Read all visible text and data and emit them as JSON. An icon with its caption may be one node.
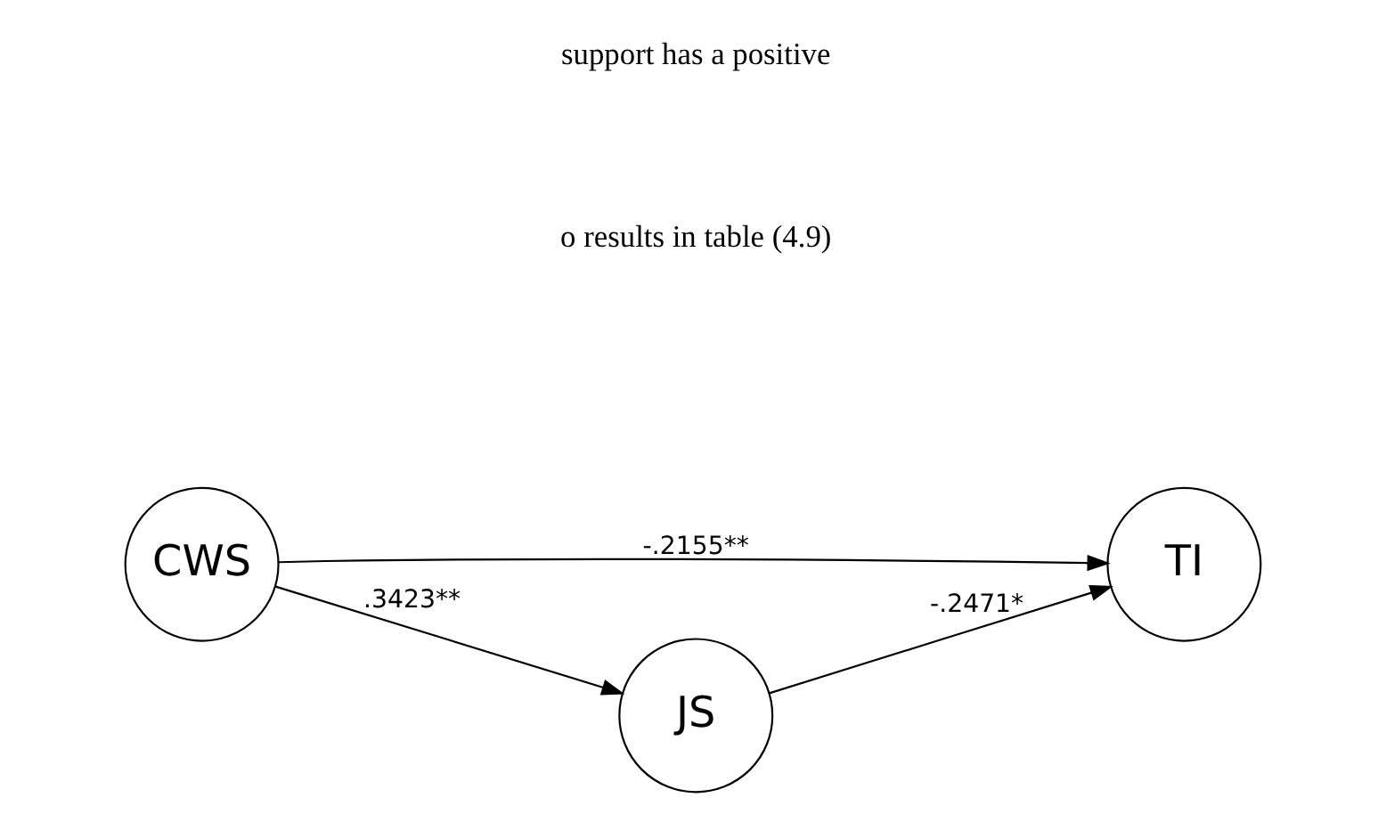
{
  "diagram": {
    "nodes": [
      {
        "text": [
          "CWS"
        ]
      },
      {
        "text": [
          "TI"
        ]
      },
      {
        "text": [
          "JS"
        ]
      }
    ],
    "edges": [
      {
        "from": 0,
        "to": 1,
        "arrow": "to",
        "label": "-.2155**"
      },
      {
        "from": 0,
        "to": 2,
        "arrow": "to",
        "label": ".3423**"
      },
      {
        "from": 2,
        "to": 1,
        "arrow": "to",
        "label": "-.2471*"
      }
    ],
    "labels": [
      "o results in table (4.9)",
      "support has a positive"
    ]
  }
}
